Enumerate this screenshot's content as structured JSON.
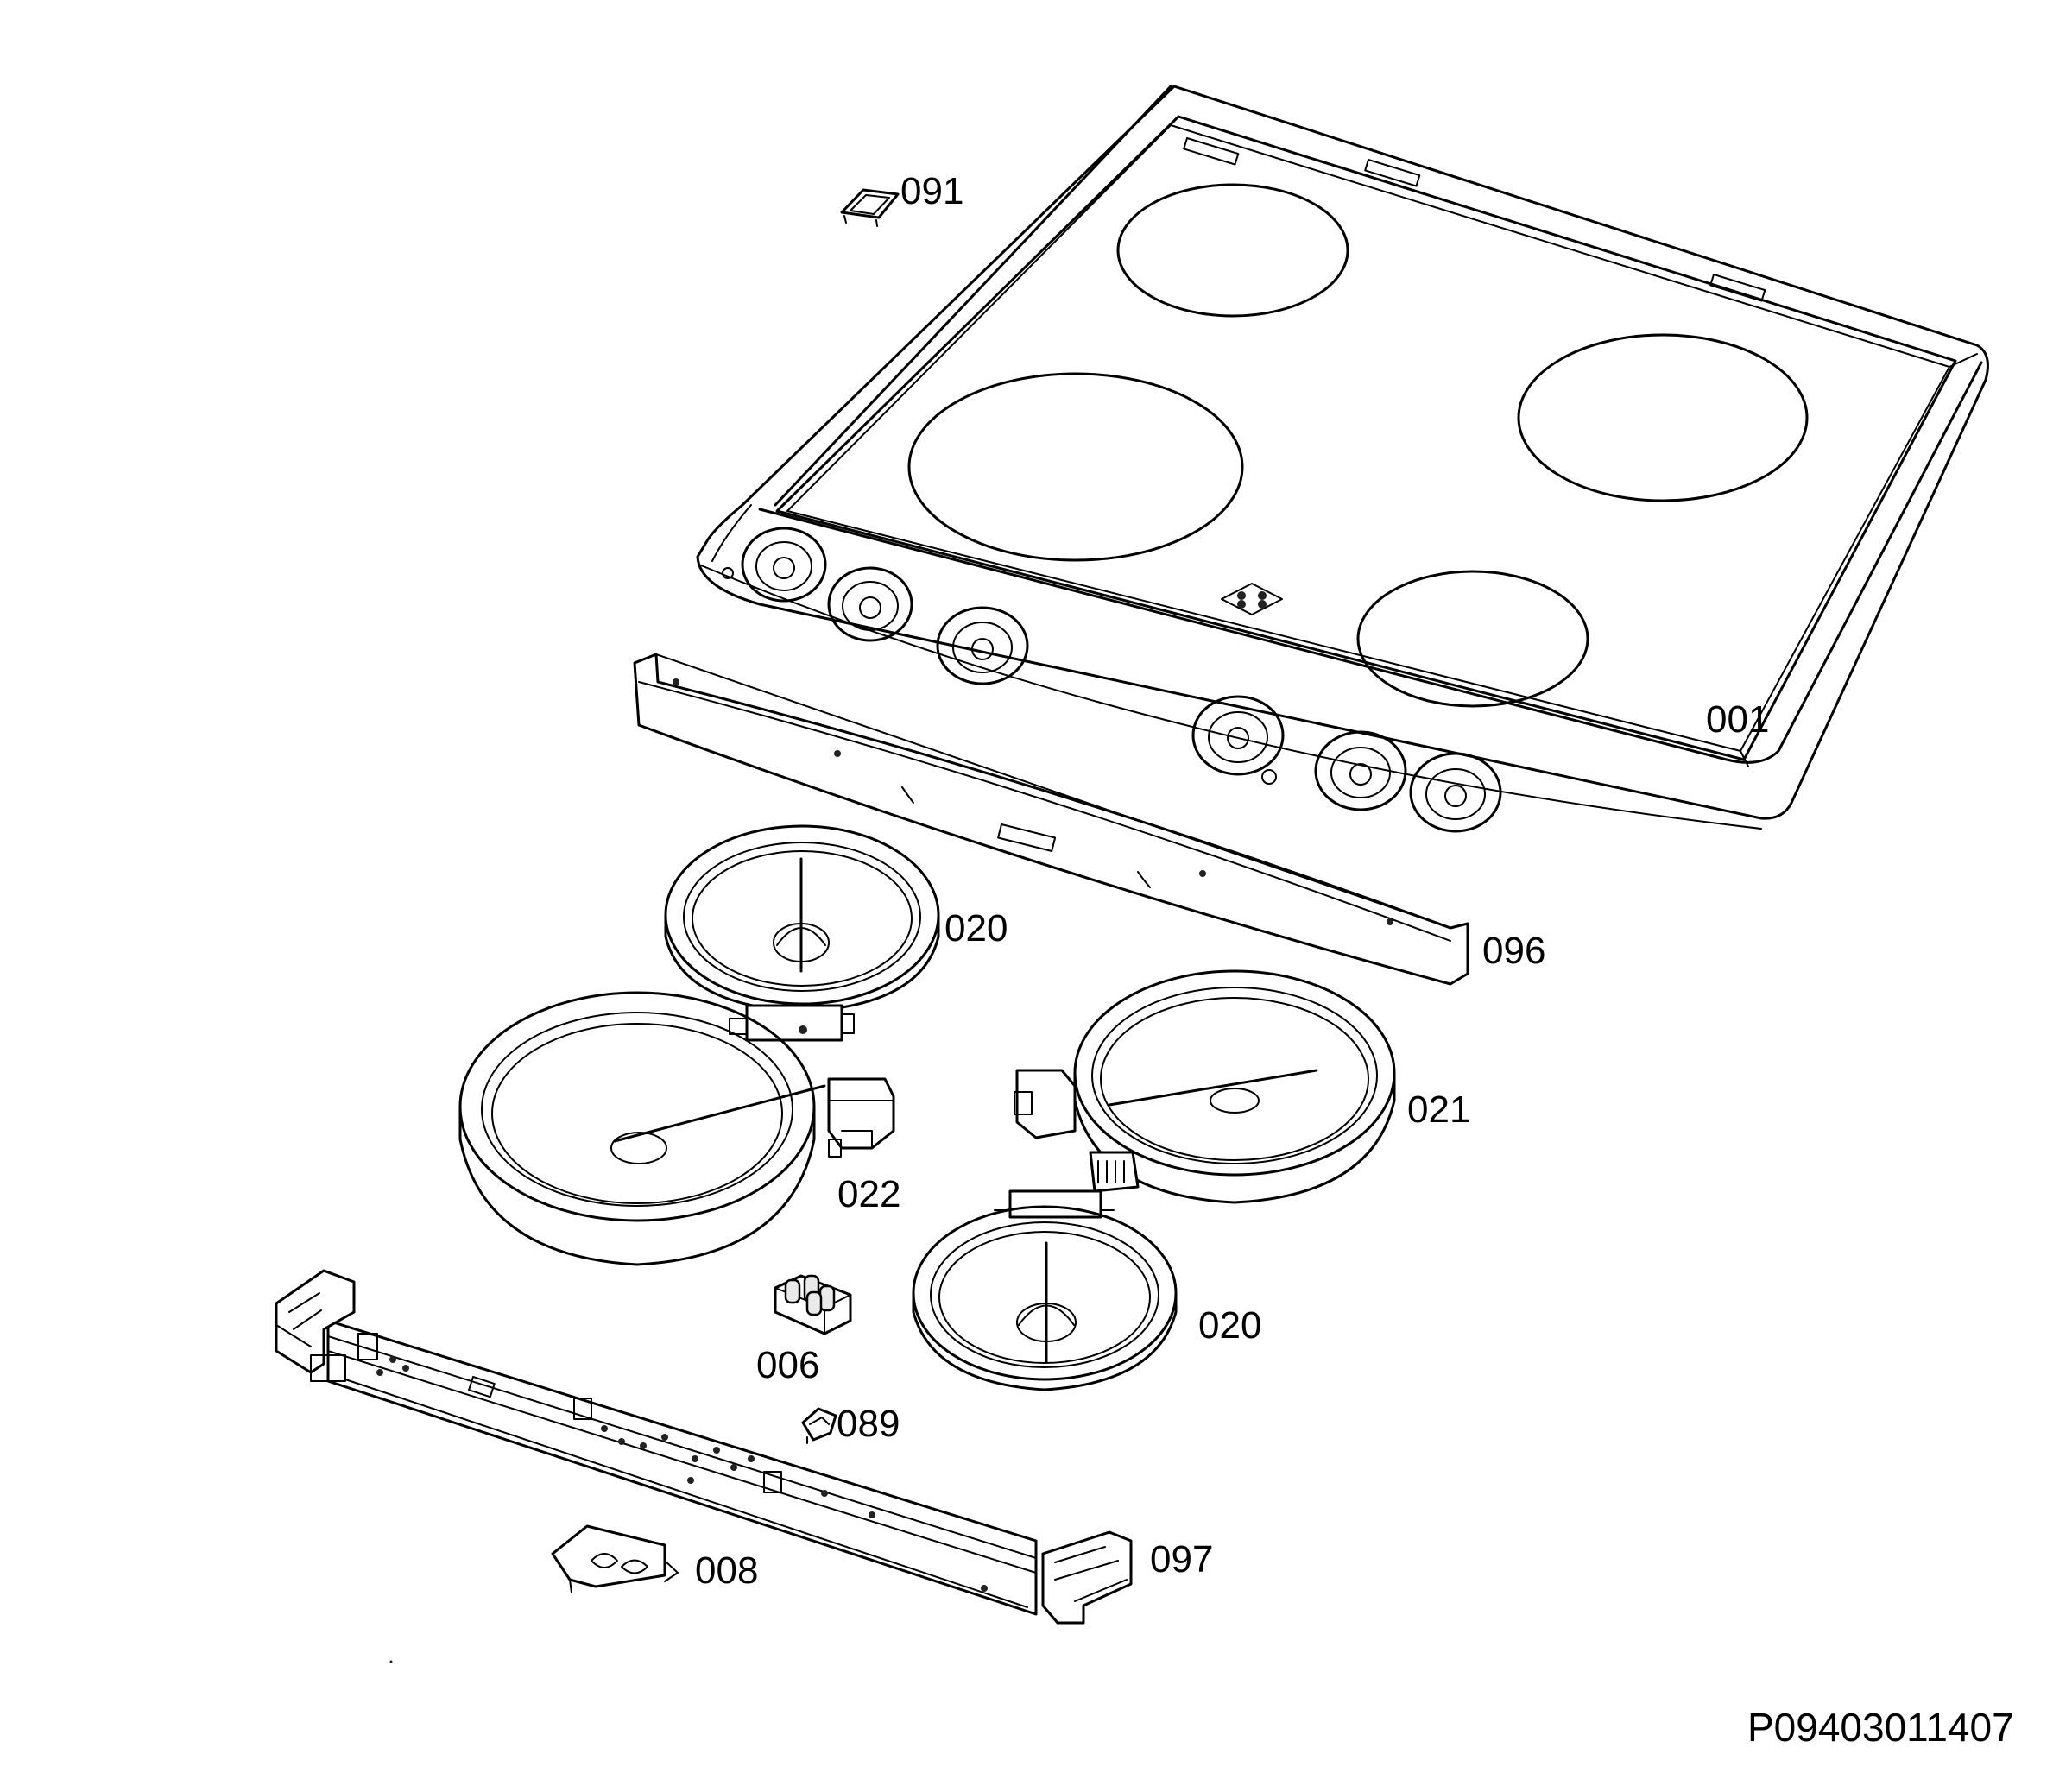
{
  "diagram": {
    "labels": {
      "p001": "001",
      "p091": "091",
      "p096": "096",
      "p020a": "020",
      "p021": "021",
      "p022": "022",
      "p020b": "020",
      "p006": "006",
      "p089": "089",
      "p008": "008",
      "p097": "097"
    },
    "reference_code": "P09403011407"
  }
}
